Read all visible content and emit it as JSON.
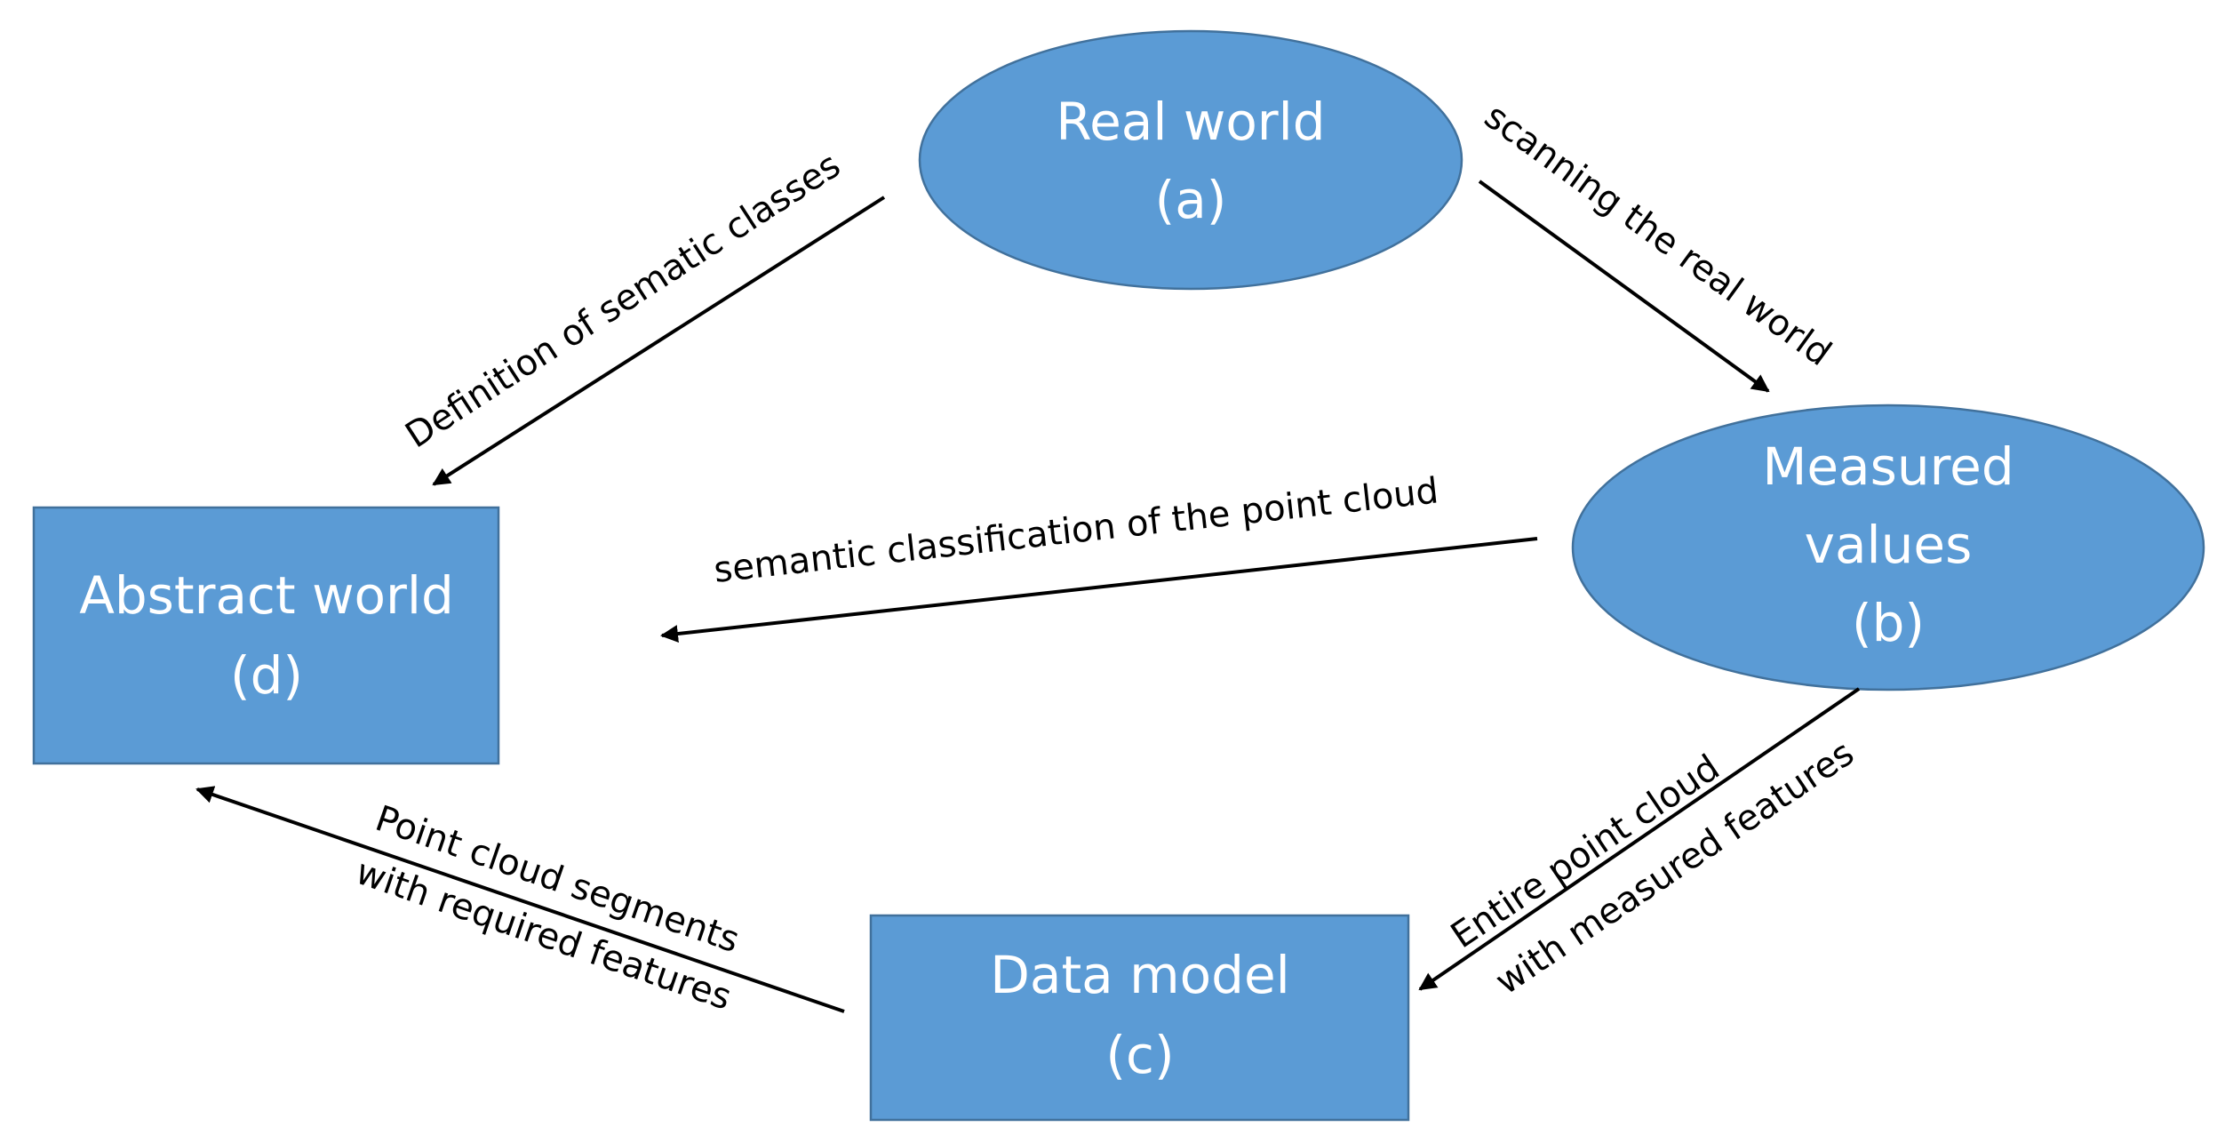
{
  "nodes": {
    "real_world": {
      "line1": "Real world",
      "line2": "(a)"
    },
    "measured_values": {
      "line1": "Measured",
      "line2": "values",
      "line3": "(b)"
    },
    "data_model": {
      "line1": "Data model",
      "line2": "(c)"
    },
    "abstract_world": {
      "line1": "Abstract world",
      "line2": "(d)"
    }
  },
  "edges": {
    "a_to_d": "Definition of sematic classes",
    "a_to_b": "scanning the real world",
    "b_to_d": "semantic classification of the point cloud",
    "b_to_c": {
      "line1": "Entire point cloud",
      "line2": "with measured features"
    },
    "c_to_d": {
      "line1": "Point cloud segments",
      "line2": "with required features"
    }
  },
  "colors": {
    "node_fill": "#5b9bd5",
    "node_border": "#41719c",
    "node_text": "#ffffff",
    "arrow": "#000000",
    "label_text": "#000000"
  }
}
